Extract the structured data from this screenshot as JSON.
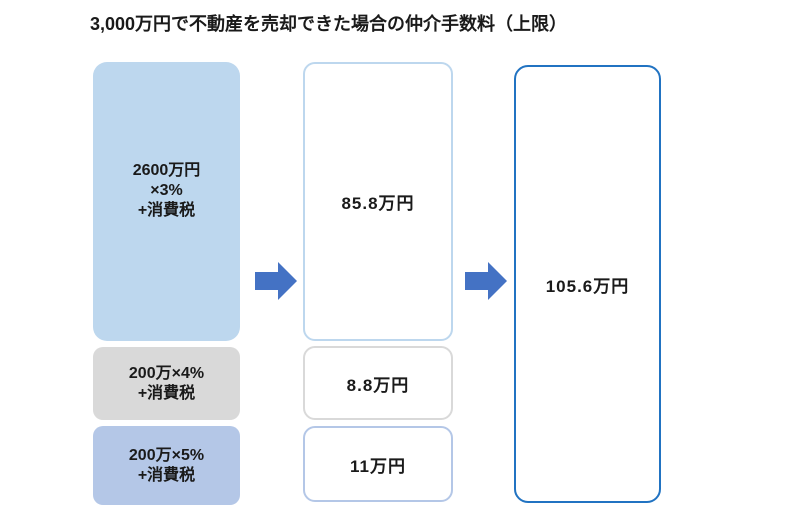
{
  "title": "3,000万円で不動産を売却できた場合の仲介手数料（上限）",
  "colors": {
    "background": "#FFFFFF",
    "text": "#1A1A1A",
    "tier1_fill": "#BDD7EE",
    "tier2_fill": "#D9D9D9",
    "tier3_fill": "#B4C7E7",
    "result_border": "#2173C2",
    "arrow": "#4472C4"
  },
  "tiers": [
    {
      "formula_lines": [
        "2600万円",
        "×3%",
        "+消費税"
      ],
      "amount": "85.8万円"
    },
    {
      "formula_lines": [
        "200万×4%",
        "+消費税"
      ],
      "amount": "8.8万円"
    },
    {
      "formula_lines": [
        "200万×5%",
        "+消費税"
      ],
      "amount": "11万円"
    }
  ],
  "total": "105.6万円",
  "icons": {
    "arrow_style": "block-right-arrow"
  }
}
